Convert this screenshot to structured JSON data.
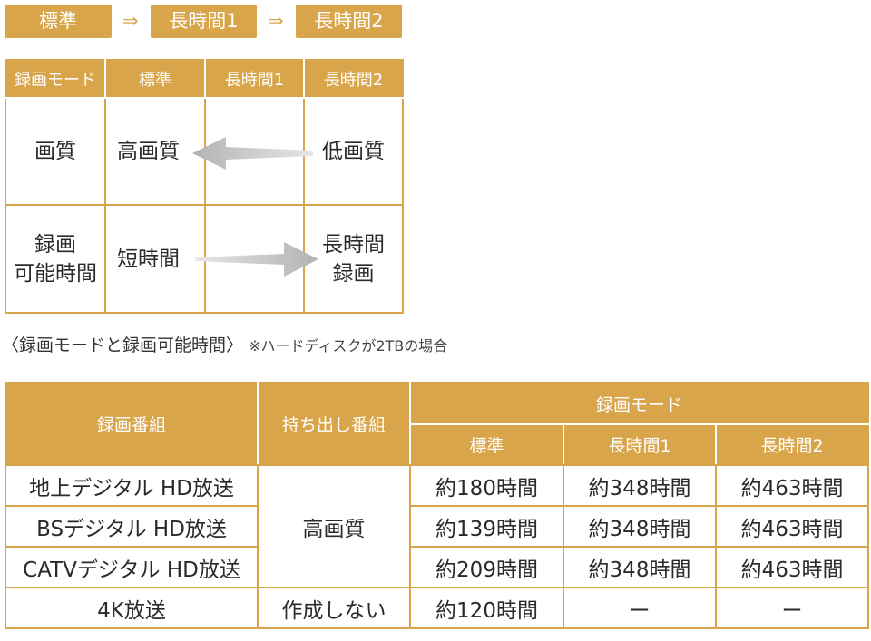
{
  "flow": {
    "tags": [
      "標準",
      "長時間1",
      "長時間2"
    ],
    "arrow": "⇒"
  },
  "grid": {
    "headers": [
      "録画モード",
      "標準",
      "長時間1",
      "長時間2"
    ],
    "rows": [
      {
        "label": "画質",
        "left": "高画質",
        "right": "低画質"
      },
      {
        "label_line1": "録画",
        "label_line2": "可能時間",
        "left": "短時間",
        "right_line1": "長時間",
        "right_line2": "録画"
      }
    ]
  },
  "caption": {
    "title": "〈録画モードと録画可能時間〉",
    "note": "※ハードディスクが2TBの場合"
  },
  "table": {
    "header_program": "録画番組",
    "header_takeout": "持ち出し番組",
    "header_mode": "録画モード",
    "modes": [
      "標準",
      "長時間1",
      "長時間2"
    ],
    "takeout_hd": "高画質",
    "rows": [
      {
        "program": "地上デジタル HD放送",
        "times": [
          "約180時間",
          "約348時間",
          "約463時間"
        ]
      },
      {
        "program": "BSデジタル HD放送",
        "times": [
          "約139時間",
          "約348時間",
          "約463時間"
        ]
      },
      {
        "program": "CATVデジタル HD放送",
        "times": [
          "約209時間",
          "約348時間",
          "約463時間"
        ]
      },
      {
        "program": "4K放送",
        "takeout": "作成しない",
        "times": [
          "約120時間",
          "ー",
          "ー"
        ]
      }
    ]
  },
  "colors": {
    "accent": "#d9a54b",
    "arrow_gray": "#b8b8b8"
  }
}
